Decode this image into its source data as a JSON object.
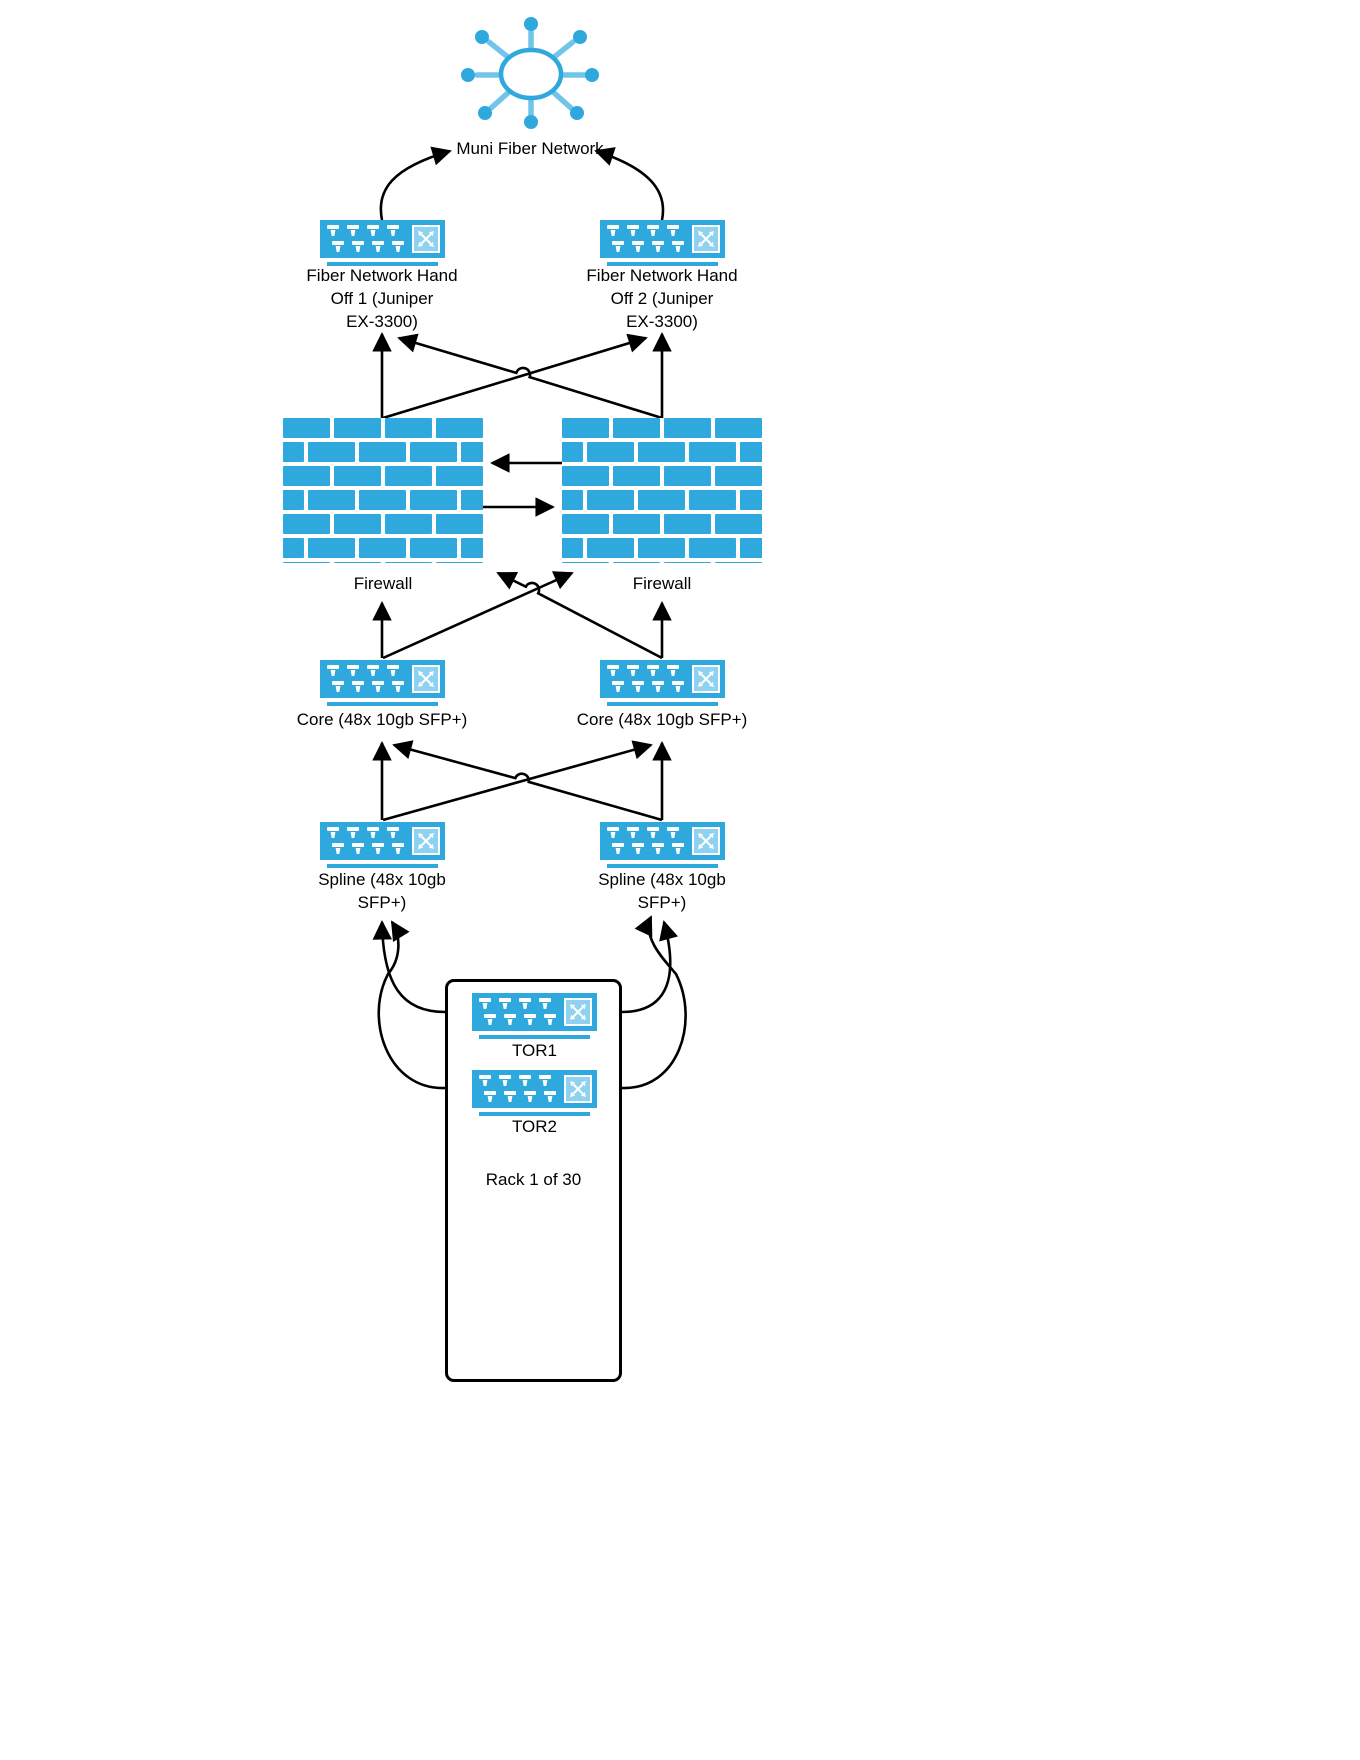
{
  "diagram": {
    "title": "Muni Fiber Network",
    "nodes": {
      "muni_fiber": {
        "label": "Muni Fiber Network",
        "icon": "fiber-network-hub-icon"
      },
      "handoff1": {
        "lines": [
          "Fiber Network Hand",
          "Off 1 (Juniper",
          "EX-3300)"
        ],
        "icon": "switch-icon"
      },
      "handoff2": {
        "lines": [
          "Fiber Network Hand",
          "Off 2 (Juniper",
          "EX-3300)"
        ],
        "icon": "switch-icon"
      },
      "firewall1": {
        "label": "Firewall",
        "icon": "firewall-brick-wall-icon"
      },
      "firewall2": {
        "label": "Firewall",
        "icon": "firewall-brick-wall-icon"
      },
      "core1": {
        "label": "Core (48x 10gb SFP+)",
        "icon": "switch-icon"
      },
      "core2": {
        "label": "Core (48x 10gb SFP+)",
        "icon": "switch-icon"
      },
      "spline1": {
        "lines": [
          "Spline (48x 10gb",
          "SFP+)"
        ],
        "icon": "switch-icon"
      },
      "spline2": {
        "lines": [
          "Spline (48x 10gb",
          "SFP+)"
        ],
        "icon": "switch-icon"
      },
      "tor1": {
        "label": "TOR1",
        "icon": "switch-icon"
      },
      "tor2": {
        "label": "TOR2",
        "icon": "switch-icon"
      },
      "rack": {
        "label": "Rack 1 of 30"
      }
    },
    "connections": [
      {
        "from": "handoff1",
        "to": "muni_fiber",
        "style": "curved-arrow"
      },
      {
        "from": "handoff2",
        "to": "muni_fiber",
        "style": "curved-arrow"
      },
      {
        "from": "firewall1",
        "to": "handoff1",
        "style": "arrow"
      },
      {
        "from": "firewall1",
        "to": "handoff2",
        "style": "arrow"
      },
      {
        "from": "firewall2",
        "to": "handoff1",
        "style": "arrow"
      },
      {
        "from": "firewall2",
        "to": "handoff2",
        "style": "arrow"
      },
      {
        "from": "firewall2",
        "to": "firewall1",
        "style": "arrow"
      },
      {
        "from": "firewall1",
        "to": "firewall2",
        "style": "arrow"
      },
      {
        "from": "core1",
        "to": "firewall1",
        "style": "arrow"
      },
      {
        "from": "core1",
        "to": "firewall2",
        "style": "arrow"
      },
      {
        "from": "core2",
        "to": "firewall1",
        "style": "arrow"
      },
      {
        "from": "core2",
        "to": "firewall2",
        "style": "arrow"
      },
      {
        "from": "spline1",
        "to": "core1",
        "style": "arrow"
      },
      {
        "from": "spline1",
        "to": "core2",
        "style": "arrow"
      },
      {
        "from": "spline2",
        "to": "core1",
        "style": "arrow"
      },
      {
        "from": "spline2",
        "to": "core2",
        "style": "arrow"
      },
      {
        "from": "tor1",
        "to": "spline1",
        "style": "curved-arrow"
      },
      {
        "from": "tor1",
        "to": "spline2",
        "style": "curved-arrow"
      },
      {
        "from": "tor2",
        "to": "spline1",
        "style": "curved-arrow"
      },
      {
        "from": "tor2",
        "to": "spline2",
        "style": "curved-arrow"
      }
    ],
    "colors": {
      "primary": "#2EA8DD",
      "light_fill": "#8ED1F0",
      "spoke": "#71C5EA",
      "connector": "#000000"
    }
  }
}
